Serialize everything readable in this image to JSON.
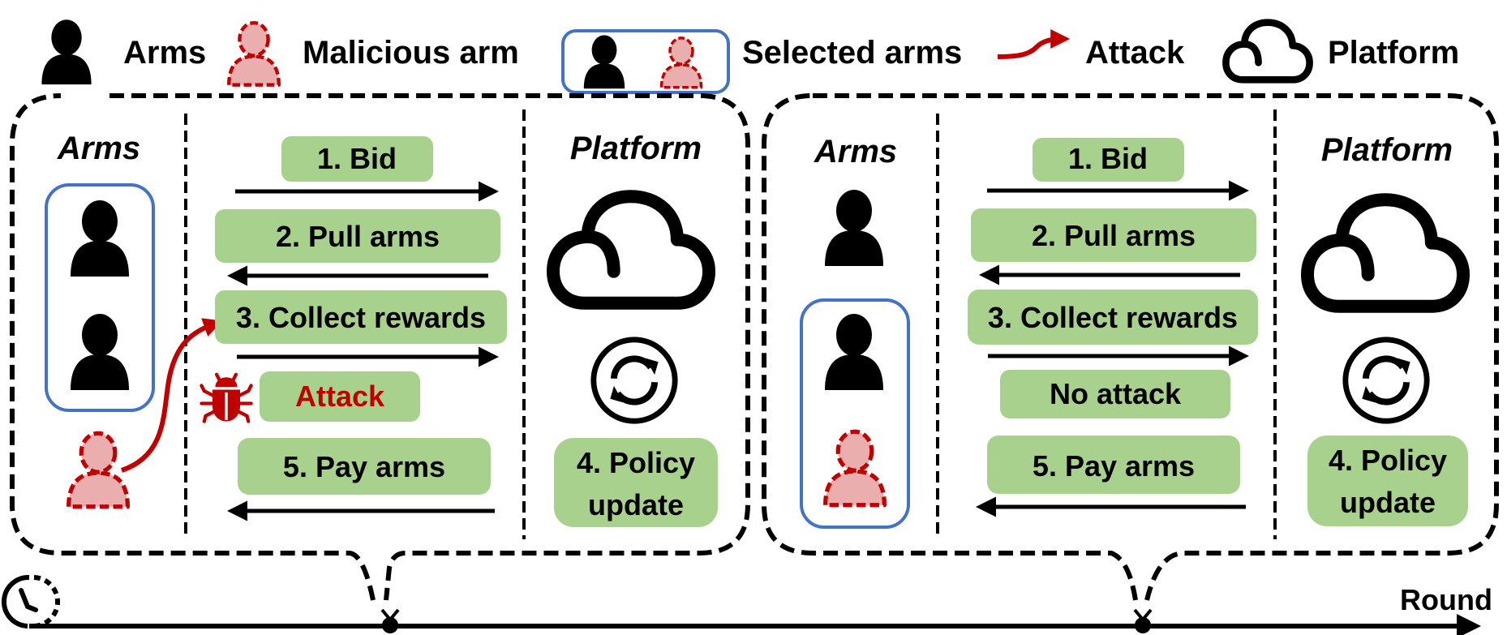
{
  "legend": {
    "arms_label": "Arms",
    "malicious_arm_label": "Malicious arm",
    "selected_arms_label": "Selected arms",
    "attack_label": "Attack",
    "platform_label": "Platform"
  },
  "colors": {
    "step_box": "#a9d18e",
    "attack_red": "#c00000",
    "malicious_fill": "#ebaeae",
    "selected_border": "#4472c4",
    "ink": "#000000"
  },
  "rounds": [
    {
      "arms_title": "Arms",
      "platform_title": "Platform",
      "steps": {
        "bid": "1. Bid",
        "pull": "2. Pull arms",
        "collect": "3. Collect rewards",
        "attack": "Attack",
        "pay": "5. Pay arms",
        "policy_line1": "4. Policy",
        "policy_line2": "update"
      },
      "selected": [
        "arm",
        "arm"
      ],
      "unselected": [
        "malicious-arm"
      ],
      "attack_occurs": true
    },
    {
      "arms_title": "Arms",
      "platform_title": "Platform",
      "steps": {
        "bid": "1. Bid",
        "pull": "2. Pull arms",
        "collect": "3. Collect rewards",
        "attack": "No attack",
        "pay": "5. Pay arms",
        "policy_line1": "4. Policy",
        "policy_line2": "update"
      },
      "selected": [
        "arm",
        "malicious-arm"
      ],
      "unselected": [
        "arm"
      ],
      "attack_occurs": false
    }
  ],
  "timeline": {
    "label": "Round"
  }
}
